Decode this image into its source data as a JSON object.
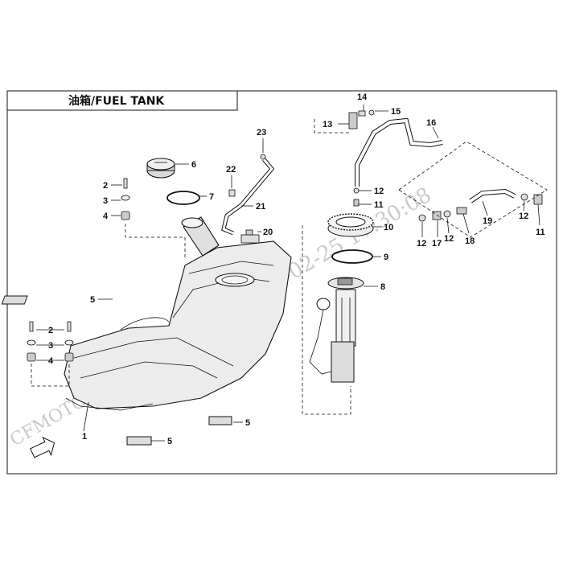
{
  "title": "油箱/FUEL TANK",
  "watermark": {
    "timestamp": "2022-02-25 17:30:08",
    "brand": "CFMOTO"
  },
  "callouts": [
    {
      "id": "c1",
      "label": "1"
    },
    {
      "id": "c2a",
      "label": "2"
    },
    {
      "id": "c3a",
      "label": "3"
    },
    {
      "id": "c4a",
      "label": "4"
    },
    {
      "id": "c2b",
      "label": "2"
    },
    {
      "id": "c3b",
      "label": "3"
    },
    {
      "id": "c4b",
      "label": "4"
    },
    {
      "id": "c5a",
      "label": "5"
    },
    {
      "id": "c5b",
      "label": "5"
    },
    {
      "id": "c5c",
      "label": "5"
    },
    {
      "id": "c6",
      "label": "6"
    },
    {
      "id": "c7",
      "label": "7"
    },
    {
      "id": "c8",
      "label": "8"
    },
    {
      "id": "c9",
      "label": "9"
    },
    {
      "id": "c10",
      "label": "10"
    },
    {
      "id": "c11a",
      "label": "11"
    },
    {
      "id": "c11b",
      "label": "11"
    },
    {
      "id": "c12a",
      "label": "12"
    },
    {
      "id": "c12b",
      "label": "12"
    },
    {
      "id": "c12c",
      "label": "12"
    },
    {
      "id": "c12d",
      "label": "12"
    },
    {
      "id": "c13",
      "label": "13"
    },
    {
      "id": "c14",
      "label": "14"
    },
    {
      "id": "c15",
      "label": "15"
    },
    {
      "id": "c16",
      "label": "16"
    },
    {
      "id": "c17",
      "label": "17"
    },
    {
      "id": "c18",
      "label": "18"
    },
    {
      "id": "c19",
      "label": "19"
    },
    {
      "id": "c20",
      "label": "20"
    },
    {
      "id": "c21",
      "label": "21"
    },
    {
      "id": "c22",
      "label": "22"
    },
    {
      "id": "c23",
      "label": "23"
    }
  ]
}
